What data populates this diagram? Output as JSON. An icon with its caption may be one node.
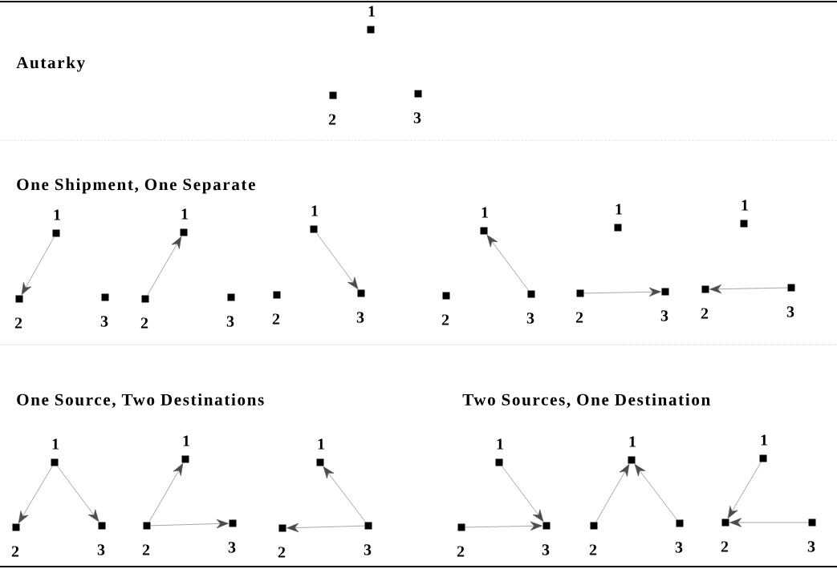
{
  "diagram": {
    "nodes": [
      {
        "text": [],
        "shape": "box",
        "beside": [
          "1"
        ]
      },
      {
        "text": [],
        "shape": "box",
        "beside": [
          "2"
        ]
      },
      {
        "text": [],
        "shape": "box",
        "beside": [
          "3"
        ]
      },
      {
        "text": [],
        "shape": "box",
        "beside": [
          "1"
        ]
      },
      {
        "text": [],
        "shape": "box",
        "beside": [
          "2"
        ]
      },
      {
        "text": [],
        "shape": "box",
        "beside": [
          "3"
        ]
      },
      {
        "text": [],
        "shape": "box",
        "beside": [
          "1"
        ]
      },
      {
        "text": [],
        "shape": "box",
        "beside": [
          "2"
        ]
      },
      {
        "text": [],
        "shape": "box",
        "beside": [
          "3"
        ]
      },
      {
        "text": [],
        "shape": "box",
        "beside": [
          "1"
        ]
      },
      {
        "text": [],
        "shape": "box",
        "beside": [
          "2"
        ]
      },
      {
        "text": [],
        "shape": "box",
        "beside": [
          "3"
        ]
      },
      {
        "text": [],
        "shape": "box",
        "beside": [
          "1"
        ]
      },
      {
        "text": [],
        "shape": "box",
        "beside": [
          "2"
        ]
      },
      {
        "text": [],
        "shape": "box",
        "beside": [
          "3"
        ]
      },
      {
        "text": [],
        "shape": "box",
        "beside": [
          "1"
        ]
      },
      {
        "text": [],
        "shape": "box",
        "beside": [
          "2"
        ]
      },
      {
        "text": [],
        "shape": "box",
        "beside": [
          "3"
        ]
      },
      {
        "text": [],
        "shape": "box",
        "beside": [
          "1"
        ]
      },
      {
        "text": [],
        "shape": "box",
        "beside": [
          "2"
        ]
      },
      {
        "text": [],
        "shape": "box",
        "beside": [
          "3"
        ]
      },
      {
        "text": [],
        "shape": "box",
        "beside": [
          "1"
        ]
      },
      {
        "text": [],
        "shape": "box",
        "beside": [
          "2"
        ]
      },
      {
        "text": [],
        "shape": "box",
        "beside": [
          "3"
        ]
      },
      {
        "text": [],
        "shape": "box",
        "beside": [
          "1"
        ]
      },
      {
        "text": [],
        "shape": "box",
        "beside": [
          "2"
        ]
      },
      {
        "text": [],
        "shape": "box",
        "beside": [
          "3"
        ]
      },
      {
        "text": [],
        "shape": "box",
        "beside": [
          "1"
        ]
      },
      {
        "text": [],
        "shape": "box",
        "beside": [
          "2"
        ]
      },
      {
        "text": [],
        "shape": "box",
        "beside": [
          "3"
        ]
      },
      {
        "text": [],
        "shape": "box",
        "beside": [
          "1"
        ]
      },
      {
        "text": [],
        "shape": "box",
        "beside": [
          "2"
        ]
      },
      {
        "text": [],
        "shape": "box",
        "beside": [
          "3"
        ]
      },
      {
        "text": [],
        "shape": "box",
        "beside": [
          "1"
        ]
      },
      {
        "text": [],
        "shape": "box",
        "beside": [
          "2"
        ]
      },
      {
        "text": [],
        "shape": "box",
        "beside": [
          "3"
        ]
      },
      {
        "text": [],
        "shape": "box",
        "beside": [
          "1"
        ]
      },
      {
        "text": [],
        "shape": "box",
        "beside": [
          "2"
        ]
      },
      {
        "text": [],
        "shape": "box",
        "beside": [
          "3"
        ]
      }
    ],
    "edges": [
      {
        "from": 3,
        "to": 4,
        "arrow": "to"
      },
      {
        "from": 7,
        "to": 6,
        "arrow": "to"
      },
      {
        "from": 9,
        "to": 11,
        "arrow": "to"
      },
      {
        "from": 14,
        "to": 12,
        "arrow": "to"
      },
      {
        "from": 16,
        "to": 17,
        "arrow": "to"
      },
      {
        "from": 20,
        "to": 19,
        "arrow": "to"
      },
      {
        "from": 21,
        "to": 22,
        "arrow": "to"
      },
      {
        "from": 21,
        "to": 23,
        "arrow": "to"
      },
      {
        "from": 25,
        "to": 24,
        "arrow": "to"
      },
      {
        "from": 25,
        "to": 26,
        "arrow": "to"
      },
      {
        "from": 29,
        "to": 27,
        "arrow": "to"
      },
      {
        "from": 29,
        "to": 28,
        "arrow": "to"
      },
      {
        "from": 30,
        "to": 32,
        "arrow": "to"
      },
      {
        "from": 31,
        "to": 32,
        "arrow": "to"
      },
      {
        "from": 34,
        "to": 33,
        "arrow": "to"
      },
      {
        "from": 35,
        "to": 33,
        "arrow": "to"
      },
      {
        "from": 36,
        "to": 37,
        "arrow": "to"
      },
      {
        "from": 38,
        "to": 37,
        "arrow": "to"
      }
    ],
    "labels": [
      "Autarky",
      "One Shipment, One Separate",
      "One Source, Two Destinations",
      "Two Sources, One Destination"
    ]
  }
}
